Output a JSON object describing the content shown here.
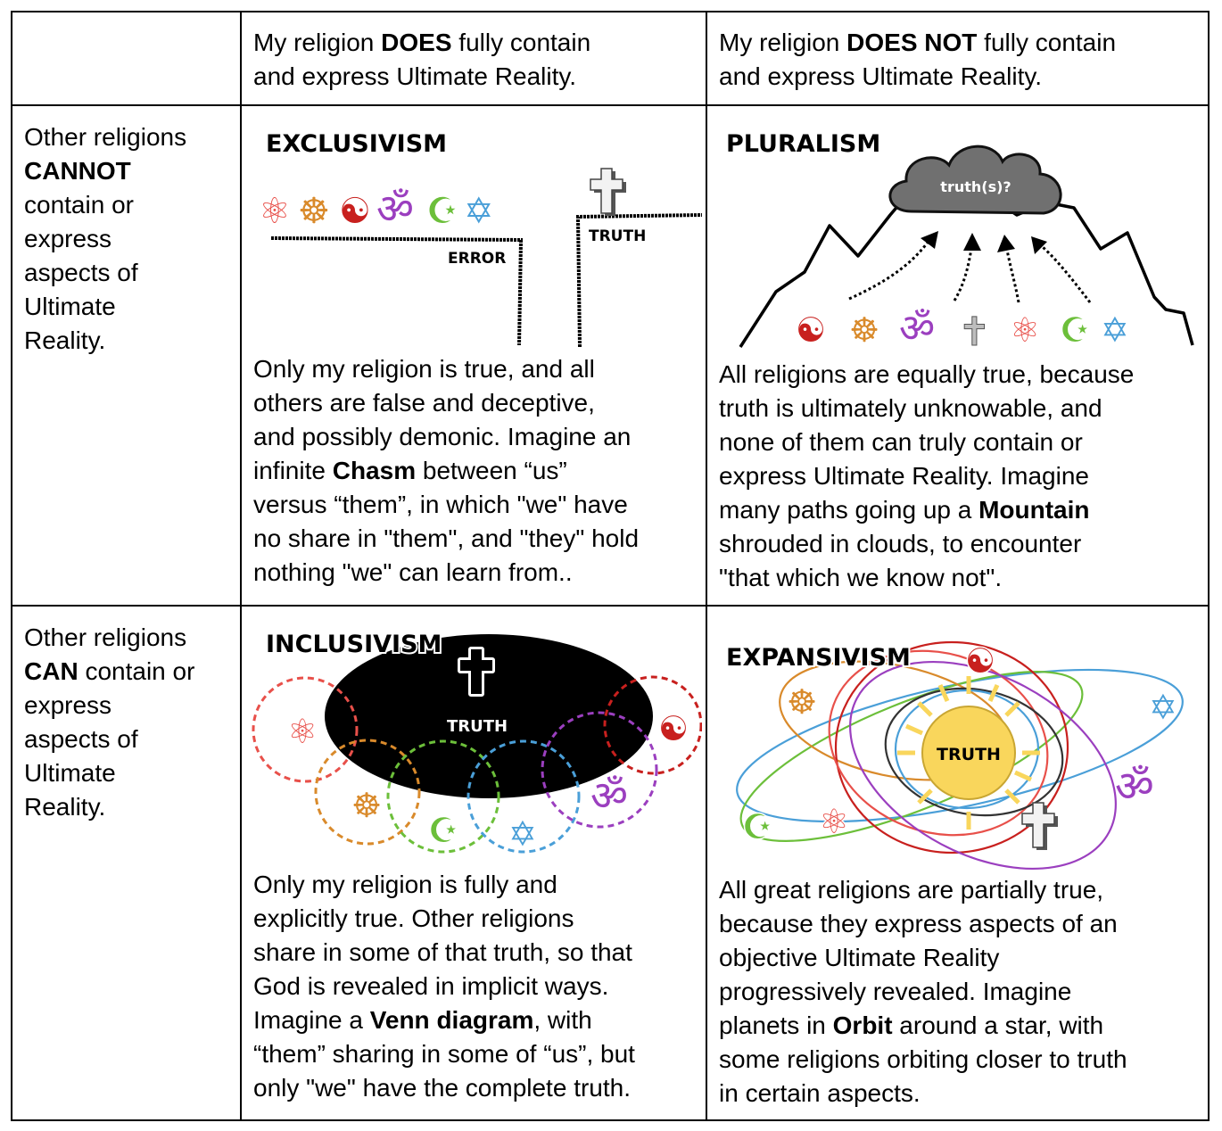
{
  "header": {
    "col_does": {
      "pre": "My religion ",
      "bold": "DOES",
      "post": " fully contain",
      "line2": "and express Ultimate Reality."
    },
    "col_does_not": {
      "pre": "My religion ",
      "bold": "DOES NOT",
      "post": " fully contain",
      "line2": "and express Ultimate Reality."
    }
  },
  "rows": {
    "cannot": {
      "l1": "Other religions",
      "bold": "CANNOT",
      "l3": "contain or",
      "l4": "express",
      "l5": "aspects of",
      "l6": "Ultimate",
      "l7": "Reality."
    },
    "can": {
      "l1": "Other religions",
      "bold": "CAN",
      "l2rest": " contain or",
      "l3": "express",
      "l4": "aspects of",
      "l5": "Ultimate",
      "l6": "Reality."
    }
  },
  "exclusivism": {
    "title": "EXCLUSIVISM",
    "error_label": "ERROR",
    "truth_label": "TRUTH",
    "desc": {
      "l1": "Only my religion is true, and all",
      "l2": "others are false and deceptive,",
      "l3": "and possibly demonic. Imagine an",
      "l4a": "infinite ",
      "l4b": "Chasm",
      "l4c": " between “us”",
      "l5": "versus “them”, in which \"we\" have",
      "l6": "no share in \"them\", and \"they\" hold",
      "l7": "nothing \"we\" can learn from.."
    }
  },
  "pluralism": {
    "title": "PLURALISM",
    "cloud_label": "truth(s)?",
    "desc": {
      "l1": "All religions are equally true, because",
      "l2": "truth is ultimately unknowable, and",
      "l3": "none of them can truly contain or",
      "l4": "express Ultimate Reality. Imagine",
      "l5a": "many paths going up a ",
      "l5b": "Mountain",
      "l6": "shrouded in clouds, to encounter",
      "l7": "\"that which we know not\"."
    }
  },
  "inclusivism": {
    "title": "INCLUSIVISM",
    "truth_label": "TRUTH",
    "desc": {
      "l1": "Only my religion is fully and",
      "l2": "explicitly true. Other religions",
      "l3": "share in some of that truth, so that",
      "l4": "God is revealed in implicit ways.",
      "l5a": "Imagine a ",
      "l5b": "Venn diagram",
      "l5c": ", with",
      "l6": "“them” sharing in some of “us”, but",
      "l7": "only \"we\" have the complete truth."
    }
  },
  "expansivism": {
    "title": "EXPANSIVISM",
    "truth_label": "TRUTH",
    "desc": {
      "l1": "All great religions are partially true,",
      "l2": "because they express aspects of an",
      "l3": "objective Ultimate Reality",
      "l4": "progressively revealed. Imagine",
      "l5a": "planets in ",
      "l5b": "Orbit",
      "l5c": " around a star, with",
      "l6": "some religions orbiting closer to truth",
      "l7": "in certain aspects."
    }
  },
  "symbols": {
    "atom": "⚛",
    "wheel": "☸",
    "yinyang": "☯",
    "om": "ॐ",
    "crescent": "☪",
    "star": "✡",
    "cross": "✝"
  },
  "colors": {
    "atom": "#e8504a",
    "wheel": "#d98a2b",
    "yinyang": "#c8201e",
    "om": "#9b3fbf",
    "crescent": "#6cbf3a",
    "star": "#4a9fd8",
    "cross": "#bdbdbd",
    "sun": "#f9d65c"
  }
}
